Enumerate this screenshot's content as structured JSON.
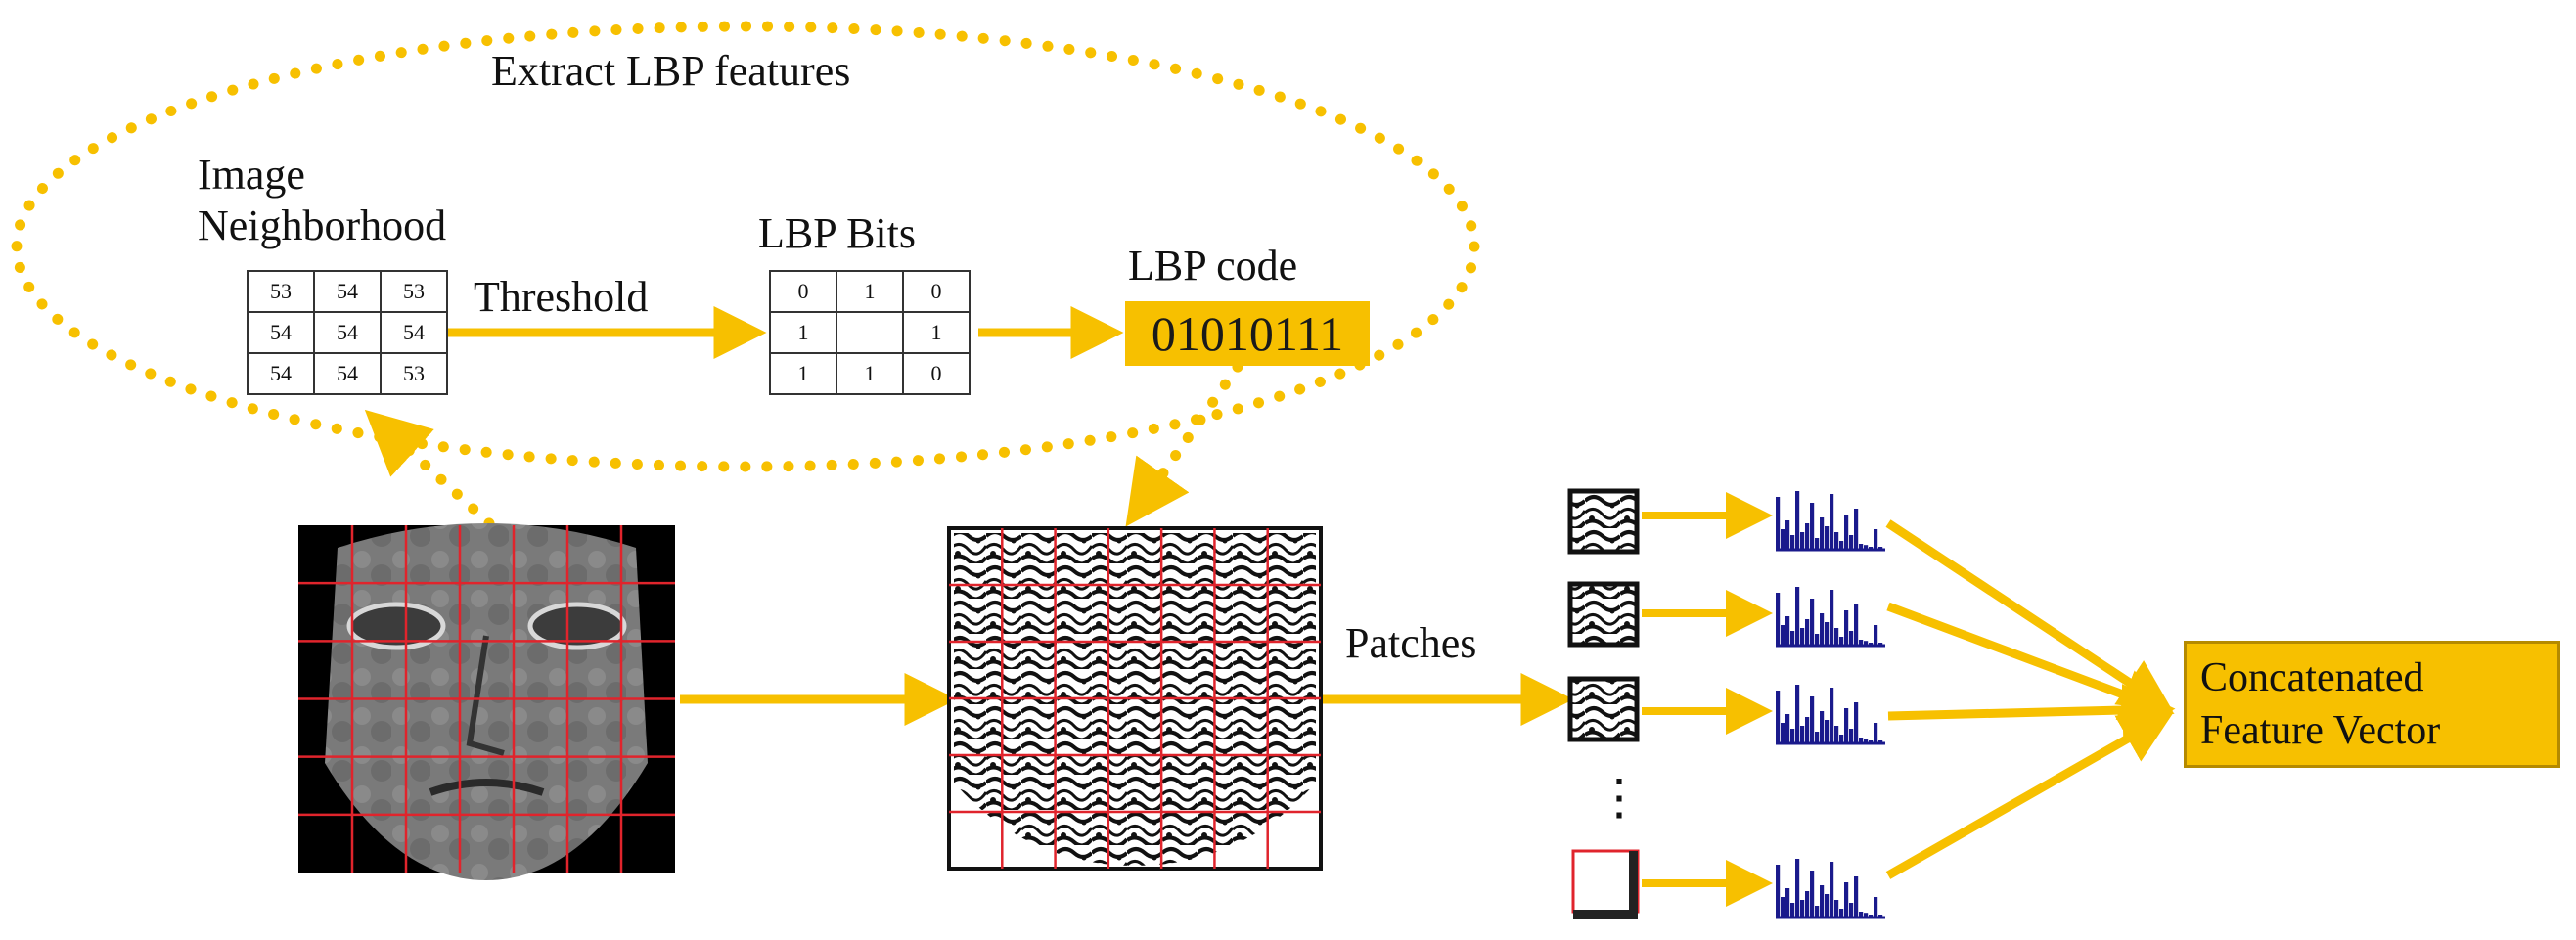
{
  "labels": {
    "extract": "Extract LBP features",
    "neighborhood_line1": "Image",
    "neighborhood_line2": "Neighborhood",
    "threshold": "Threshold",
    "lbp_bits": "LBP Bits",
    "lbp_code": "LBP code",
    "patches": "Patches",
    "ellipsis": "⋮"
  },
  "neighborhood": [
    [
      "53",
      "54",
      "53"
    ],
    [
      "54",
      "54",
      "54"
    ],
    [
      "54",
      "54",
      "53"
    ]
  ],
  "lbp_bits": [
    [
      "0",
      "1",
      "0"
    ],
    [
      "1",
      "",
      "1"
    ],
    [
      "1",
      "1",
      "0"
    ]
  ],
  "lbp_code_value": "01010111",
  "output": {
    "line1": "Concatenated",
    "line2": "Feature Vector"
  },
  "colors": {
    "accent": "#f7c000",
    "grid_line": "#e0242c",
    "histogram": "#1a1a8c"
  },
  "icons": [
    "face-image",
    "lbp-face-image",
    "patch-thumbnail",
    "histogram-icon"
  ]
}
